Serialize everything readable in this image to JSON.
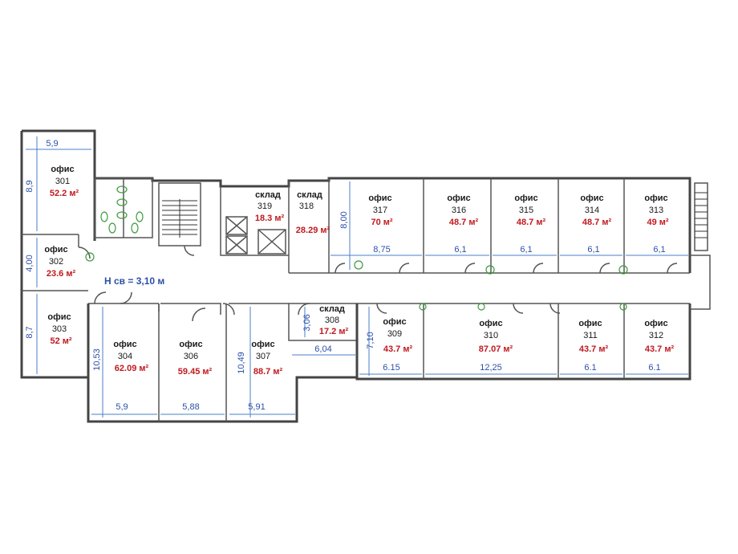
{
  "ceiling_height": "H св = 3,10 м",
  "rooms": [
    {
      "id": "301",
      "name": "офис",
      "number": "301",
      "area": "52.2 м²"
    },
    {
      "id": "302",
      "name": "офис",
      "number": "302",
      "area": "23.6 м²"
    },
    {
      "id": "303",
      "name": "офис",
      "number": "303",
      "area": "52 м²"
    },
    {
      "id": "304",
      "name": "офис",
      "number": "304",
      "area": "62.09 м²"
    },
    {
      "id": "306",
      "name": "офис",
      "number": "306",
      "area": "59.45 м²"
    },
    {
      "id": "307",
      "name": "офис",
      "number": "307",
      "area": "88.7 м²"
    },
    {
      "id": "308",
      "name": "склад",
      "number": "308",
      "area": "17.2 м²"
    },
    {
      "id": "309",
      "name": "офис",
      "number": "309",
      "area": "43.7 м²"
    },
    {
      "id": "310",
      "name": "офис",
      "number": "310",
      "area": "87.07 м²"
    },
    {
      "id": "311",
      "name": "офис",
      "number": "311",
      "area": "43.7 м²"
    },
    {
      "id": "312",
      "name": "офис",
      "number": "312",
      "area": "43.7 м²"
    },
    {
      "id": "313",
      "name": "офис",
      "number": "313",
      "area": "49 м²"
    },
    {
      "id": "314",
      "name": "офис",
      "number": "314",
      "area": "48.7 м²"
    },
    {
      "id": "315",
      "name": "офис",
      "number": "315",
      "area": "48.7 м²"
    },
    {
      "id": "316",
      "name": "офис",
      "number": "316",
      "area": "48.7 м²"
    },
    {
      "id": "317",
      "name": "офис",
      "number": "317",
      "area": "70 м²"
    },
    {
      "id": "318",
      "name": "склад",
      "number": "318",
      "area": "28.29 м²"
    },
    {
      "id": "319",
      "name": "склад",
      "number": "319",
      "area": "18.3 м²"
    }
  ],
  "dimensions": {
    "d301_width": "5,9",
    "d301_height": "8,9",
    "d302_height": "4,00",
    "d303_height": "8,7",
    "d304_height": "10,53",
    "d304_width": "5,9",
    "d306_width": "5,88",
    "d307_height": "10,49",
    "d307_width": "5,91",
    "d308_height": "3,06",
    "d308_width": "6,04",
    "d309_height": "7,10",
    "d309_width": "6.15",
    "d310_width": "12,25",
    "d311_width": "6.1",
    "d312_width": "6.1",
    "d317_height": "8,00",
    "d317_width": "8,75",
    "d316_width": "6,1",
    "d315_width": "6,1",
    "d314_width": "6,1",
    "d313_width": "6,1"
  },
  "colors": {
    "wall": "#444444",
    "area_text": "#c0191f",
    "dimension": "#2b4fa8",
    "fixture": "#3c9a3c"
  }
}
